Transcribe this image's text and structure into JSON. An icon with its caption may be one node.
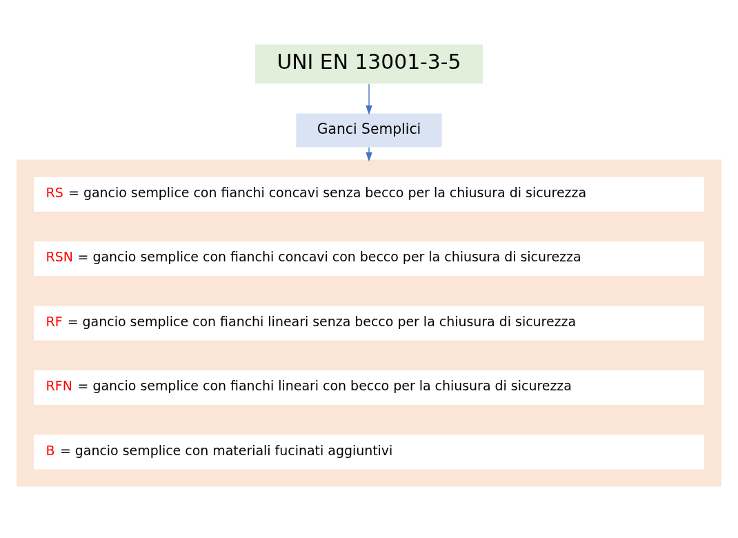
{
  "diagram": {
    "nodes": [
      {
        "text": [
          "UNI EN 13001-3-5"
        ]
      },
      {
        "text": [
          "Ganci Semplici"
        ]
      },
      {
        "text": [],
        "shape": "box"
      },
      {
        "text": [
          "RS = gancio semplice con fianchi concavi senza becco per la chiusura di sicurezza"
        ],
        "in": 2
      },
      {
        "text": [
          "RSN = gancio semplice con fianchi concavi con becco per la chiusura di sicurezza"
        ],
        "in": 2
      },
      {
        "text": [
          "RF = gancio semplice con fianchi lineari senza becco per la chiusura di sicurezza"
        ],
        "in": 2
      },
      {
        "text": [
          "RFN = gancio semplice con fianchi lineari con becco per la chiusura di sicurezza"
        ],
        "in": 2
      },
      {
        "text": [
          "B = gancio semplice con materiali fucinati aggiuntivi"
        ],
        "in": 2
      }
    ],
    "edges": [
      {
        "from": 0,
        "to": 1,
        "arrow": "to"
      },
      {
        "from": 1,
        "to": 2,
        "arrow": "to"
      }
    ]
  }
}
